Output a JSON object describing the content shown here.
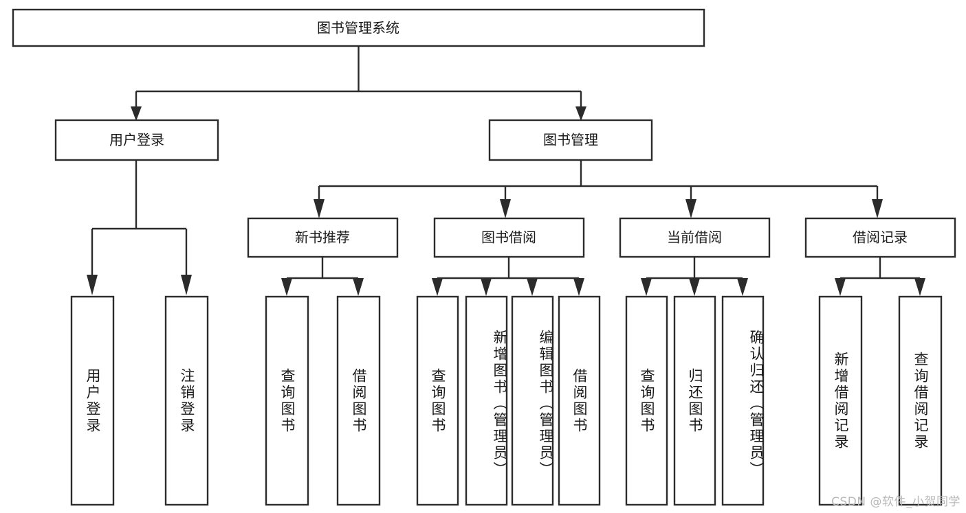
{
  "diagram": {
    "title": "图书管理系统",
    "type": "hierarchy-tree",
    "orientation": "top-down",
    "root": {
      "id": "root",
      "label": "图书管理系统",
      "level": 0,
      "text_direction": "horizontal"
    },
    "level1": [
      {
        "id": "user-login",
        "label": "用户登录",
        "level": 1,
        "text_direction": "horizontal"
      },
      {
        "id": "book-manage",
        "label": "图书管理",
        "level": 1,
        "text_direction": "horizontal"
      }
    ],
    "level2": [
      {
        "id": "new-book-recommend",
        "label": "新书推荐",
        "level": 2,
        "parent": "book-manage",
        "text_direction": "horizontal"
      },
      {
        "id": "book-borrow",
        "label": "图书借阅",
        "level": 2,
        "parent": "book-manage",
        "text_direction": "horizontal"
      },
      {
        "id": "current-borrow",
        "label": "当前借阅",
        "level": 2,
        "parent": "book-manage",
        "text_direction": "horizontal"
      },
      {
        "id": "borrow-record",
        "label": "借阅记录",
        "level": 2,
        "parent": "book-manage",
        "text_direction": "horizontal"
      }
    ],
    "leaves": [
      {
        "id": "leaf-user-login",
        "label": "用户登录",
        "parent": "user-login",
        "text_direction": "vertical"
      },
      {
        "id": "leaf-logout-login",
        "label": "注销登录",
        "parent": "user-login",
        "text_direction": "vertical"
      },
      {
        "id": "leaf-query-book-1",
        "label": "查询图书",
        "parent": "new-book-recommend",
        "text_direction": "vertical"
      },
      {
        "id": "leaf-borrow-book-1",
        "label": "借阅图书",
        "parent": "new-book-recommend",
        "text_direction": "vertical"
      },
      {
        "id": "leaf-query-book-2",
        "label": "查询图书",
        "parent": "book-borrow",
        "text_direction": "vertical"
      },
      {
        "id": "leaf-add-book",
        "label": "新增图书（管理员）",
        "parent": "book-borrow",
        "text_direction": "vertical"
      },
      {
        "id": "leaf-edit-book",
        "label": "编辑图书（管理员）",
        "parent": "book-borrow",
        "text_direction": "vertical"
      },
      {
        "id": "leaf-borrow-book-2",
        "label": "借阅图书",
        "parent": "book-borrow",
        "text_direction": "vertical"
      },
      {
        "id": "leaf-query-book-3",
        "label": "查询图书",
        "parent": "current-borrow",
        "text_direction": "vertical"
      },
      {
        "id": "leaf-return-book",
        "label": "归还图书",
        "parent": "current-borrow",
        "text_direction": "vertical"
      },
      {
        "id": "leaf-confirm-return",
        "label": "确认归还（管理员）",
        "parent": "current-borrow",
        "text_direction": "vertical"
      },
      {
        "id": "leaf-add-record",
        "label": "新增借阅记录",
        "parent": "borrow-record",
        "text_direction": "vertical"
      },
      {
        "id": "leaf-query-record",
        "label": "查询借阅记录",
        "parent": "borrow-record",
        "text_direction": "vertical"
      }
    ],
    "colors": {
      "stroke": "#2b2b2b",
      "fill": "#ffffff",
      "text": "#1a1a1a",
      "background": "#ffffff",
      "watermark": "#b9b9b9"
    }
  },
  "watermark": {
    "text": "CSDN @软件_小贺同学"
  }
}
